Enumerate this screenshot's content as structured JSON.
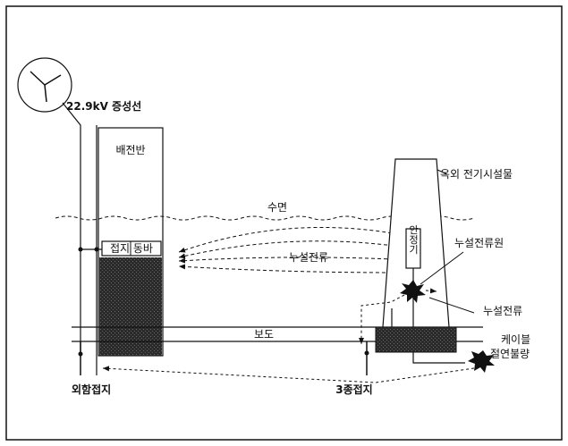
{
  "labels": {
    "line": "22.9kV 증성선",
    "panel": "배전반",
    "water": "수면",
    "grounding_bar": "접지 동바",
    "leakage_current_1": "누설전류",
    "leakage_current_2": "누설전류",
    "leakage_source": "누설전류원",
    "outdoor_facility": "옥외 전기시설물",
    "stabilizer": "안정기",
    "sidewalk": "보도",
    "cable_defect_1": "케이블",
    "cable_defect_2": "절연불량",
    "ground_3": "3종접지",
    "external_ground": "외함접지"
  },
  "colors": {
    "line": "#111111",
    "hatch": "#2b2b2b",
    "background": "#ffffff"
  }
}
